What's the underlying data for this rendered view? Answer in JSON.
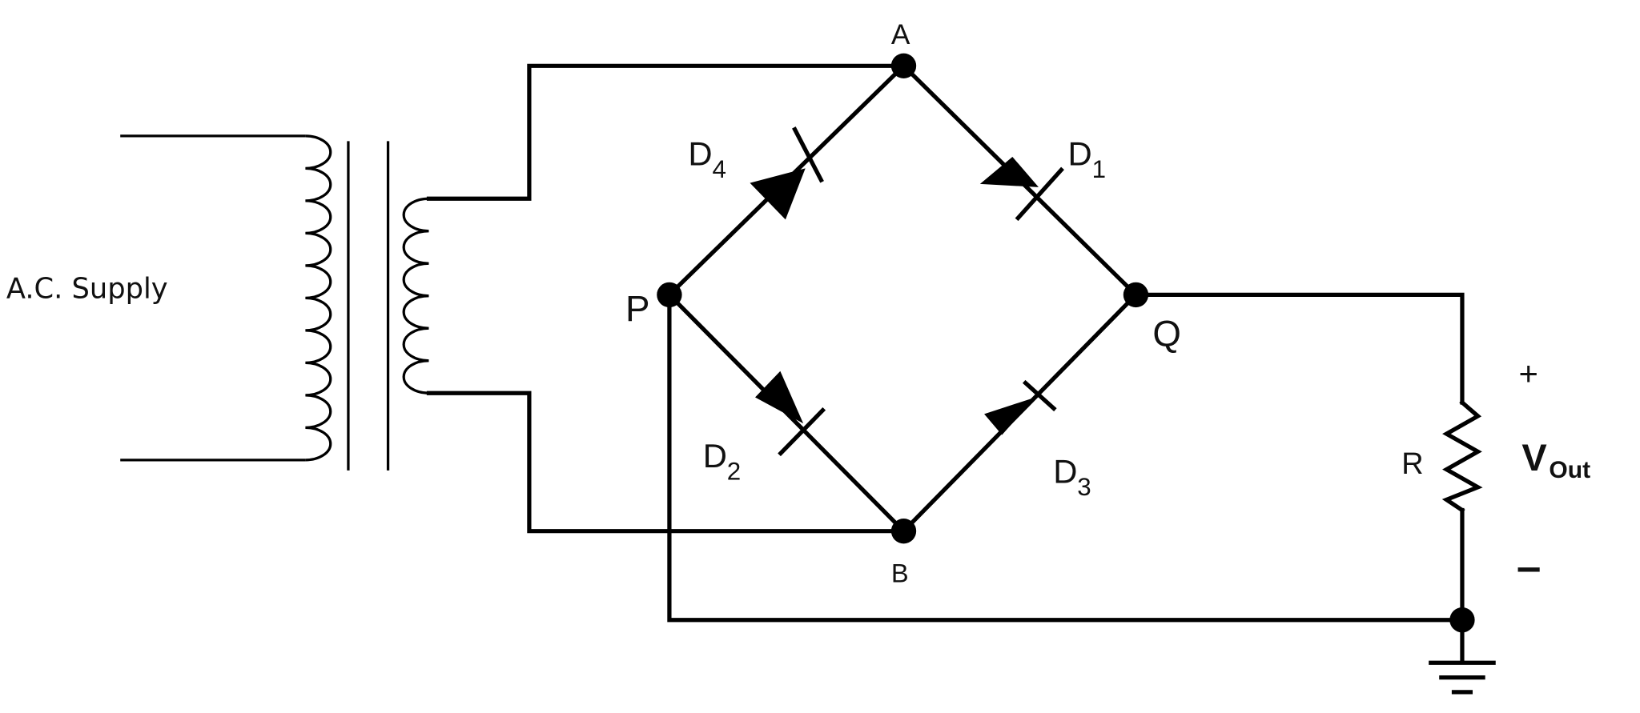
{
  "labels": {
    "supply": "A.C. Supply",
    "node_a": "A",
    "node_b": "B",
    "node_p": "P",
    "node_q": "Q",
    "d1_main": "D",
    "d1_sub": "1",
    "d2_main": "D",
    "d2_sub": "2",
    "d3_main": "D",
    "d3_sub": "3",
    "d4_main": "D",
    "d4_sub": "4",
    "resistor": "R",
    "plus": "+",
    "minus": "–",
    "vout_main": "V",
    "vout_sub": "Out"
  }
}
